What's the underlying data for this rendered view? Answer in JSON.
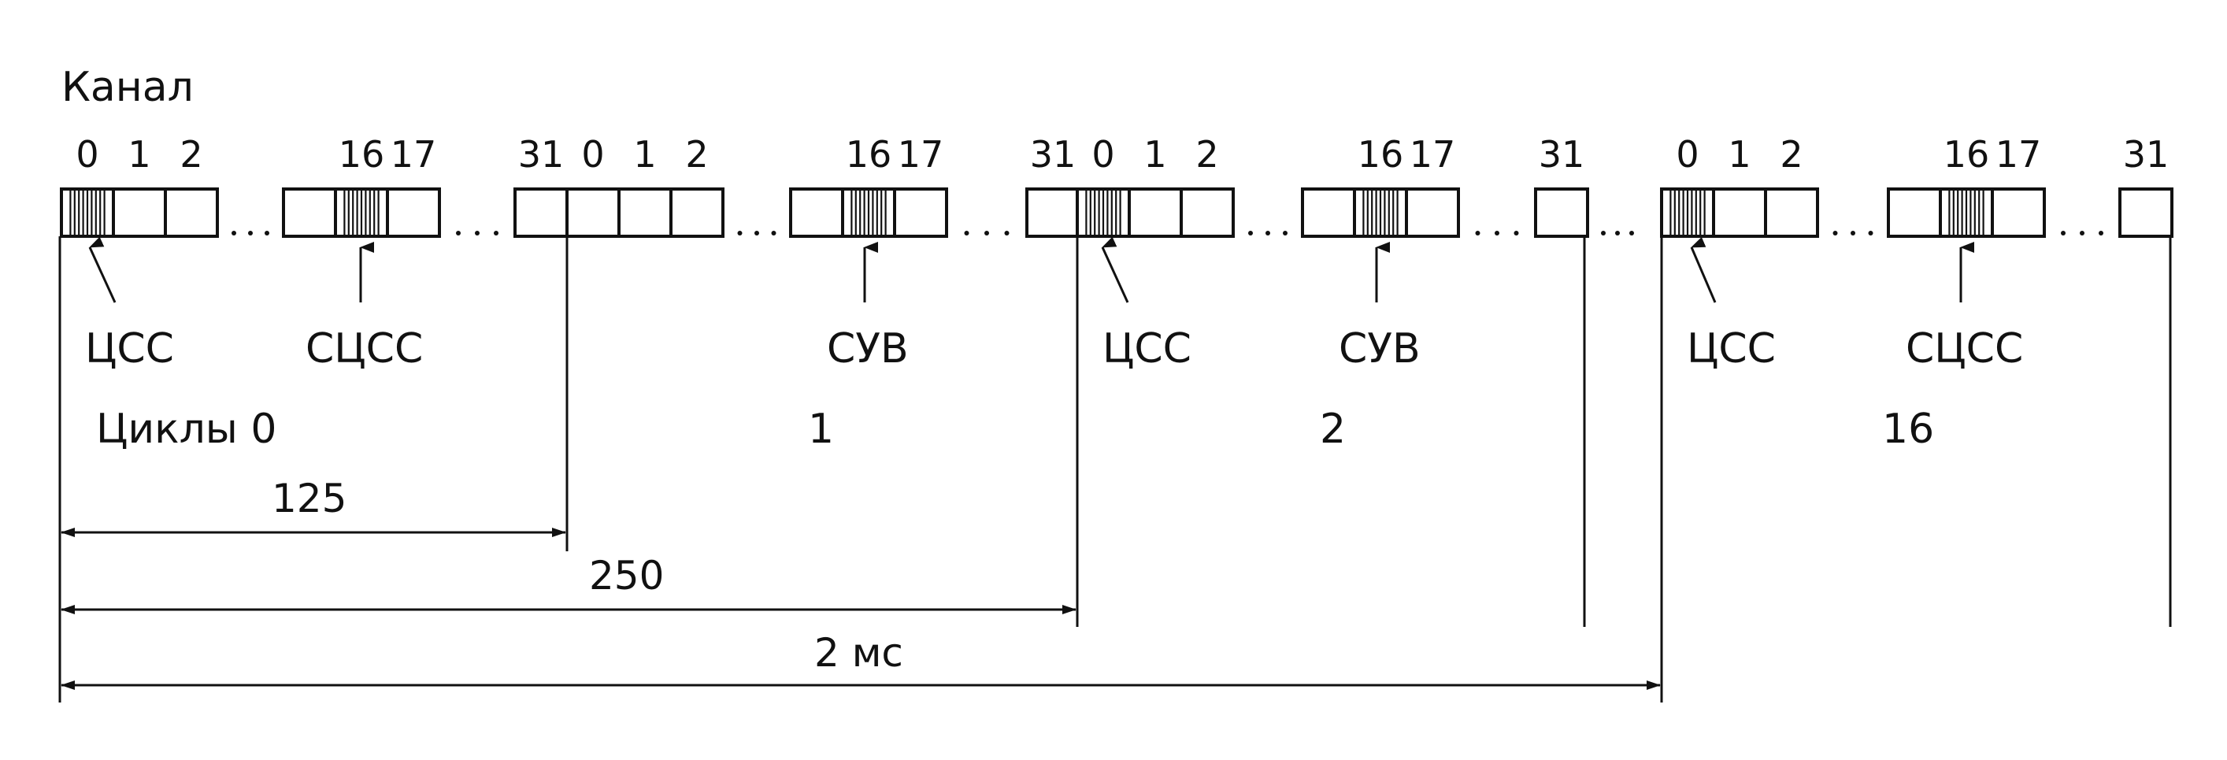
{
  "channel_label": "Канал",
  "cycles_label": "Циклы 0",
  "cycle_numbers": [
    "1",
    "2",
    "16"
  ],
  "frames": [
    {
      "name": "frame-0",
      "groups": [
        {
          "cells": [
            {
              "n": "0",
              "hatched": true
            },
            {
              "n": "1"
            },
            {
              "n": "2"
            }
          ]
        },
        {
          "cells": [
            {
              "n": ""
            },
            {
              "n": "16",
              "hatched": true
            },
            {
              "n": "17"
            }
          ]
        },
        {
          "cells": [
            {
              "n": "31"
            }
          ]
        }
      ]
    },
    {
      "name": "frame-1",
      "groups": [
        {
          "cells": [
            {
              "n": "0"
            },
            {
              "n": "1"
            },
            {
              "n": "2"
            }
          ]
        },
        {
          "cells": [
            {
              "n": ""
            },
            {
              "n": "16",
              "hatched": true
            },
            {
              "n": "17"
            }
          ]
        },
        {
          "cells": [
            {
              "n": "31"
            }
          ]
        }
      ]
    },
    {
      "name": "frame-2",
      "groups": [
        {
          "cells": [
            {
              "n": "0",
              "hatched": true
            },
            {
              "n": "1"
            },
            {
              "n": "2"
            }
          ]
        },
        {
          "cells": [
            {
              "n": ""
            },
            {
              "n": "16",
              "hatched": true
            },
            {
              "n": "17"
            }
          ]
        },
        {
          "cells": [
            {
              "n": "31"
            }
          ]
        }
      ]
    },
    {
      "name": "frame-16",
      "groups": [
        {
          "cells": [
            {
              "n": "0",
              "hatched": true
            },
            {
              "n": "1"
            },
            {
              "n": "2"
            }
          ]
        },
        {
          "cells": [
            {
              "n": ""
            },
            {
              "n": "16",
              "hatched": true
            },
            {
              "n": "17"
            }
          ]
        },
        {
          "cells": [
            {
              "n": "31"
            }
          ]
        }
      ]
    }
  ],
  "annotations": [
    "ЦСС",
    "СЦСС",
    "СУВ",
    "ЦСС",
    "СУВ",
    "ЦСС",
    "СЦСС"
  ],
  "durations": [
    "125",
    "250",
    "2 мс"
  ]
}
